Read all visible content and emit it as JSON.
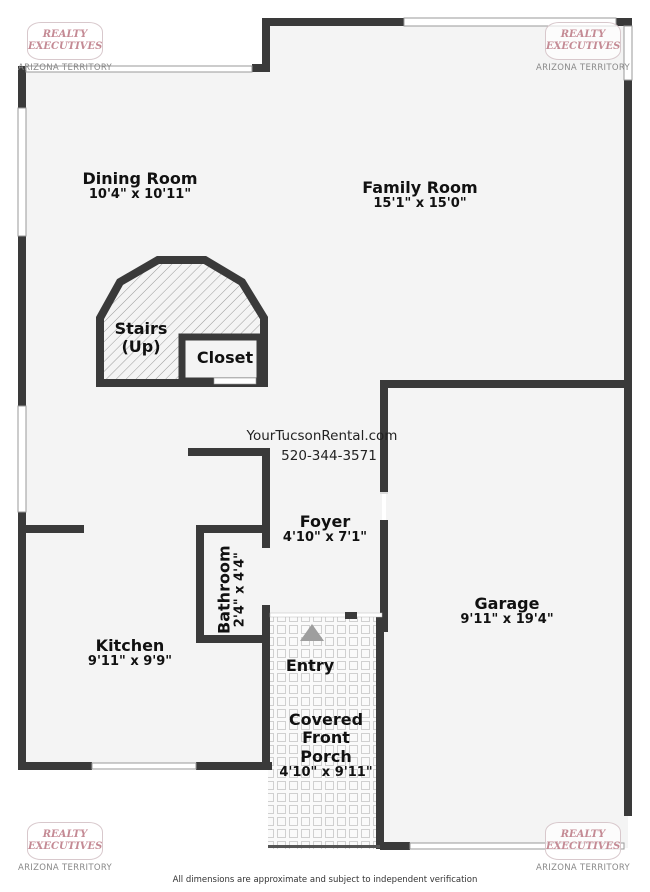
{
  "plan": {
    "colors": {
      "wall": "#3a3a3a",
      "floor": "#f4f4f4",
      "background": "#ffffff",
      "logo_text": "#c48a94",
      "stairs_hatch": "#9a9a9a",
      "entry_arrow": "#9e9e9e"
    },
    "rooms": [
      {
        "name": "Dining Room",
        "dims": "10'4\" x 10'11\""
      },
      {
        "name": "Family Room",
        "dims": "15'1\" x 15'0\""
      },
      {
        "name": "Stairs\n(Up)",
        "line1": "Stairs",
        "line2": "(Up)"
      },
      {
        "name": "Closet"
      },
      {
        "name": "Foyer",
        "dims": "4'10\" x 7'1\""
      },
      {
        "name": "Bathroom",
        "dims": "2'4\" x 4'4\""
      },
      {
        "name": "Kitchen",
        "dims": "9'11\" x 9'9\""
      },
      {
        "name": "Garage",
        "dims": "9'11\" x 19'4\""
      },
      {
        "name": "Entry"
      },
      {
        "name": "Covered Front Porch",
        "line1": "Covered",
        "line2": "Front",
        "line3": "Porch",
        "dims": "4'10\" x 9'11\""
      }
    ]
  },
  "contact": {
    "website": "YourTucsonRental.com",
    "phone": "520-344-3571"
  },
  "branding": {
    "logo_line1": "REALTY",
    "logo_line2": "EXECUTIVES",
    "territory": "ARIZONA TERRITORY"
  },
  "footer": {
    "disclaimer": "All dimensions are approximate and subject to independent verification"
  }
}
